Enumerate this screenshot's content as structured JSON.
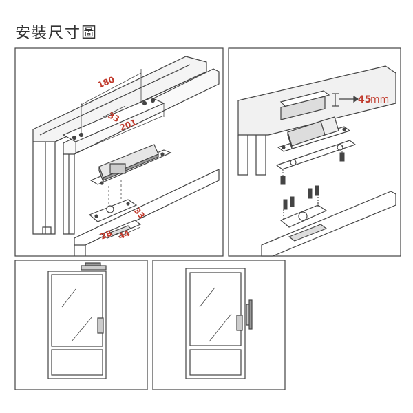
{
  "title": "安裝尺寸圖",
  "dimensions": {
    "d180": "180",
    "d33a": "33",
    "d201": "201",
    "d33b": "33",
    "d28": "28",
    "d44": "44",
    "d45": "45",
    "mm": "mm"
  },
  "colors": {
    "line": "#333333",
    "dimension": "#c0392b",
    "panel_bg": "#ffffff",
    "frame_fill": "#eeeeee"
  }
}
